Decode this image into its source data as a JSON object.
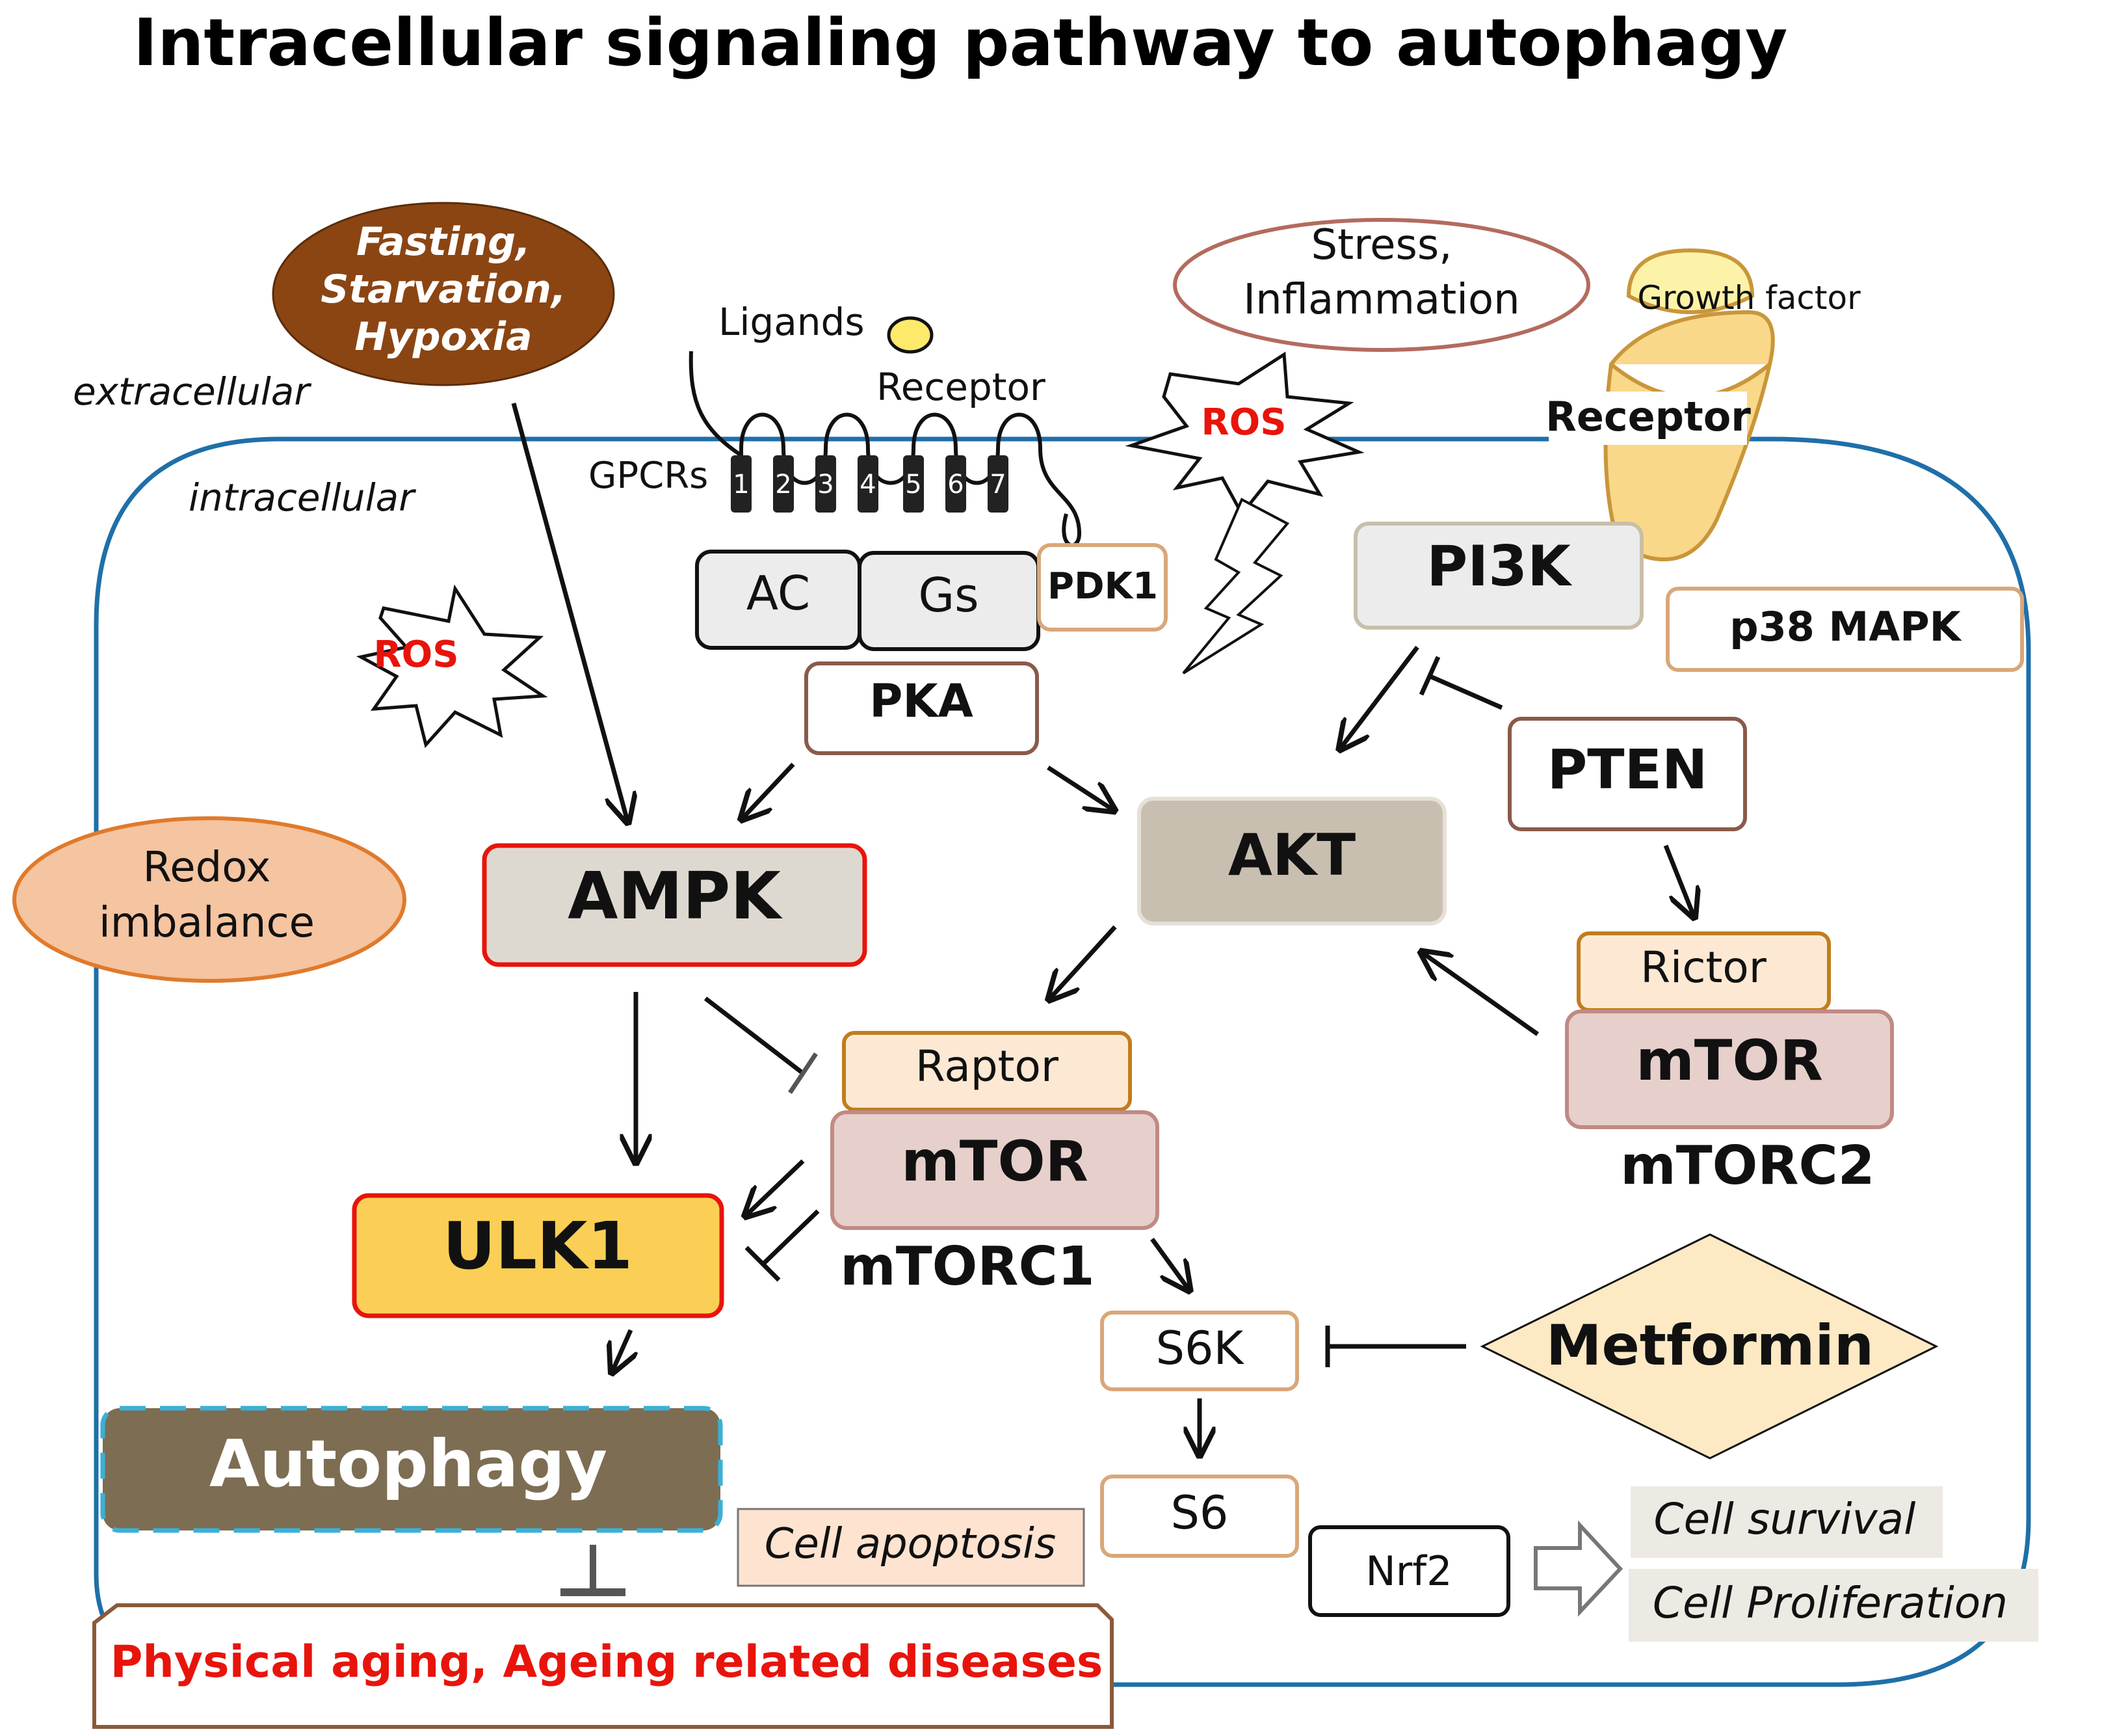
{
  "title": "Intracellular signaling pathway to autophagy",
  "zones": {
    "extracellular": "extracellular",
    "intracellular": "intracellular"
  },
  "stimuli": {
    "fasting": [
      "Fasting,",
      "Starvation,",
      "Hypoxia"
    ],
    "stress": [
      "Stress,",
      "Inflammation"
    ],
    "redox": [
      "Redox",
      "imbalance"
    ],
    "ros": "ROS"
  },
  "receptors": {
    "ligands": "Ligands",
    "receptor": "Receptor",
    "gpcrs": "GPCRs",
    "helix_numbers": [
      "1",
      "2",
      "3",
      "4",
      "5",
      "6",
      "7"
    ],
    "growth_factor": "Growth factor",
    "growth_receptor": "Receptor"
  },
  "nodes": {
    "ac": "AC",
    "gs": "Gs",
    "pdk1": "PDK1",
    "pka": "PKA",
    "pi3k": "PI3K",
    "p38": "p38 MAPK",
    "pten": "PTEN",
    "ampk": "AMPK",
    "akt": "AKT",
    "raptor": "Raptor",
    "mtor1": "mTOR",
    "mtorc1": "mTORC1",
    "rictor": "Rictor",
    "mtor2": "mTOR",
    "mtorc2": "mTORC2",
    "ulk1": "ULK1",
    "s6k": "S6K",
    "s6": "S6",
    "metformin": "Metformin",
    "autophagy": "Autophagy",
    "apoptosis": "Cell apoptosis",
    "nrf2": "Nrf2",
    "survival": "Cell survival",
    "proliferation": "Cell Proliferation",
    "aging": "Physical aging, Ageing related diseases"
  },
  "colors": {
    "membrane": "#1f6fa8",
    "stimulus_brown": "#8b4513",
    "ros_red": "#e8140c",
    "ampk_fill": "#ded9d0",
    "akt_fill": "#c9bfb1",
    "mtor_fill": "#e7cfcb",
    "raptor_fill": "#fde9d3",
    "ulk1_fill": "#fbcf55",
    "autophagy_fill": "#7d6d52",
    "metformin_fill": "#fde9c4",
    "redox_fill": "#f5c4a0",
    "growth_factor_fill": "#fdf3a8",
    "growth_receptor_fill": "#fad88a",
    "aging_text": "#e8140c"
  }
}
